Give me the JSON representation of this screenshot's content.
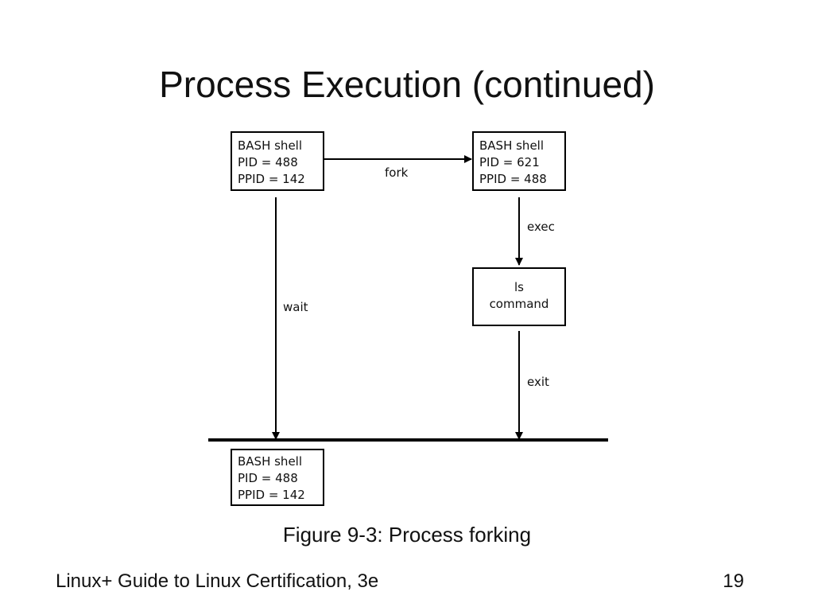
{
  "slide": {
    "title": "Process Execution (continued)",
    "caption": "Figure 9-3: Process forking",
    "footer_left": "Linux+ Guide to Linux Certification, 3e",
    "page_number": "19"
  },
  "diagram": {
    "nodes": {
      "parent": [
        "BASH shell",
        "PID = 488",
        "PPID = 142"
      ],
      "child": [
        "BASH shell",
        "PID = 621",
        "PPID = 488"
      ],
      "ls": [
        "ls",
        "command"
      ],
      "result": [
        "BASH shell",
        "PID = 488",
        "PPID = 142"
      ]
    },
    "edges": {
      "fork": "fork",
      "exec": "exec",
      "wait": "wait",
      "exit": "exit"
    }
  }
}
